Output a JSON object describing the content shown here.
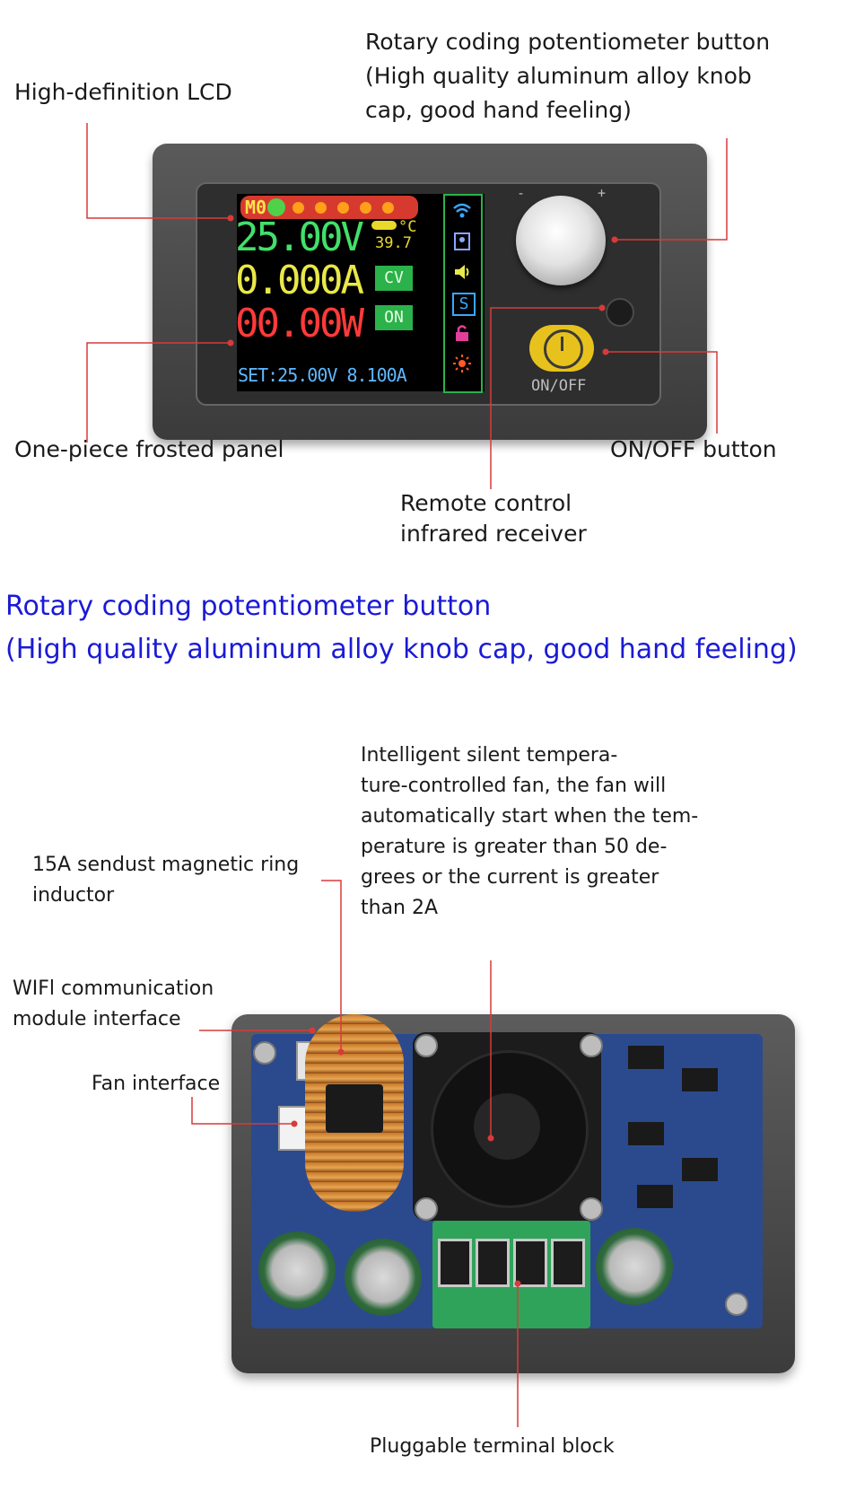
{
  "top_section": {
    "callouts": {
      "rotary_knob": [
        "Rotary coding potentiometer button",
        "(High quality aluminum alloy knob",
        "cap, good hand feeling)"
      ],
      "lcd": "High-definition LCD",
      "panel": "One-piece frosted panel",
      "onoff": "ON/OFF button",
      "ir": [
        "Remote control",
        "infrared receiver"
      ]
    },
    "display": {
      "mode": "M0",
      "voltage": "25.00V",
      "current": "0.000A",
      "power": "00.00W",
      "temp_unit": "°C",
      "temp_value": "39.7",
      "cv_label": "CV",
      "on_label": "ON",
      "set_line": "SET:25.00V 8.100A"
    },
    "knob_marks": {
      "minus": "-",
      "plus": "+"
    },
    "onoff_label": "ON/OFF"
  },
  "blue_heading": [
    "Rotary coding potentiometer button",
    "(High quality aluminum alloy knob cap, good hand feeling)"
  ],
  "bottom_section": {
    "callouts": {
      "fan_desc": [
        "Intelligent silent tempera-",
        "ture-controlled fan, the fan will",
        "automatically start when the tem-",
        "perature is greater than 50 de-",
        "grees or the current is greater",
        "than 2A"
      ],
      "inductor": [
        "15A sendust magnetic ring",
        "inductor"
      ],
      "wifi": [
        "WIFl communication",
        "module interface"
      ],
      "fan_interface": "Fan interface",
      "terminal": "Pluggable terminal block"
    }
  },
  "colors": {
    "heading_blue": "#1a1ad6",
    "leader_line": "#d83a3a",
    "lcd_green": "#42e06a",
    "lcd_yellow": "#e8e84a",
    "lcd_red": "#ff3a3a"
  },
  "icons": [
    "wifi-icon",
    "display-icon",
    "speaker-icon",
    "s-icon",
    "lock-icon",
    "brightness-icon"
  ]
}
